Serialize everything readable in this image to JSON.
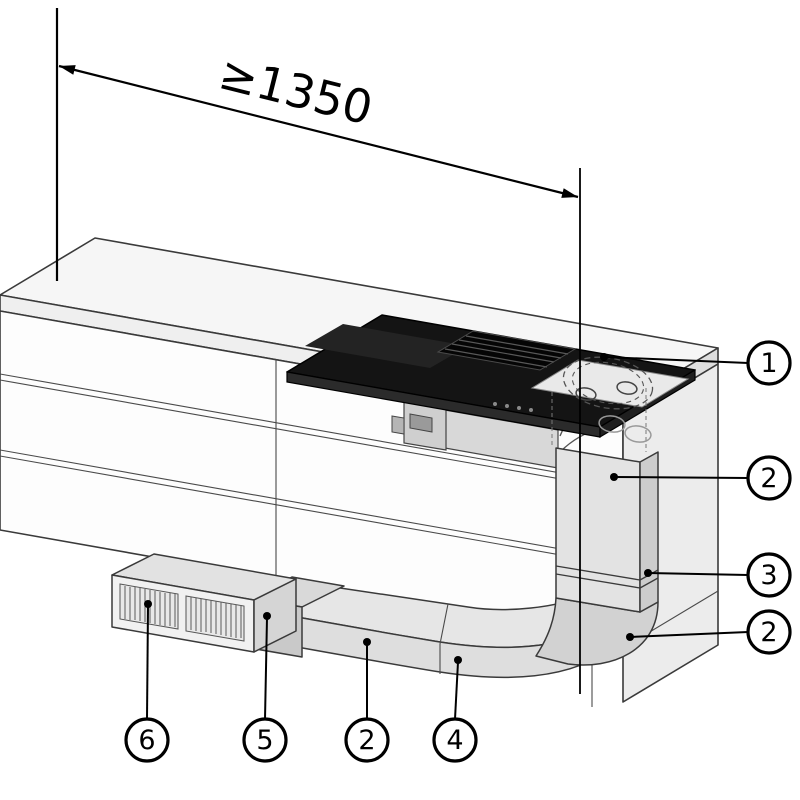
{
  "dimension": {
    "label": "≥1350"
  },
  "callouts": [
    {
      "label": "1"
    },
    {
      "label": "2"
    },
    {
      "label": "3"
    },
    {
      "label": "2"
    },
    {
      "label": "6"
    },
    {
      "label": "5"
    },
    {
      "label": "2"
    },
    {
      "label": "4"
    }
  ]
}
